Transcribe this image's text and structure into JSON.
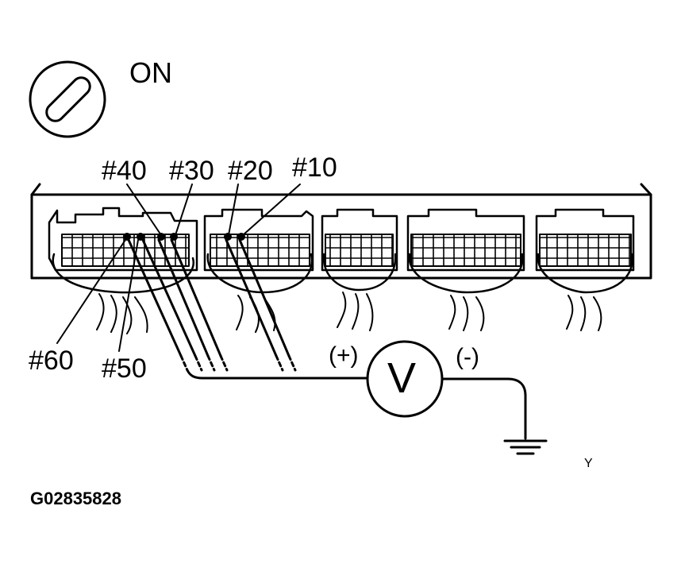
{
  "ignition": {
    "state": "ON"
  },
  "pins": [
    "#40",
    "#30",
    "#20",
    "#10",
    "#60",
    "#50"
  ],
  "voltmeter": {
    "symbol": "V",
    "positive": "(+)",
    "negative": "(-)"
  },
  "figure_code": "G02835828",
  "corner_mark": "Y"
}
